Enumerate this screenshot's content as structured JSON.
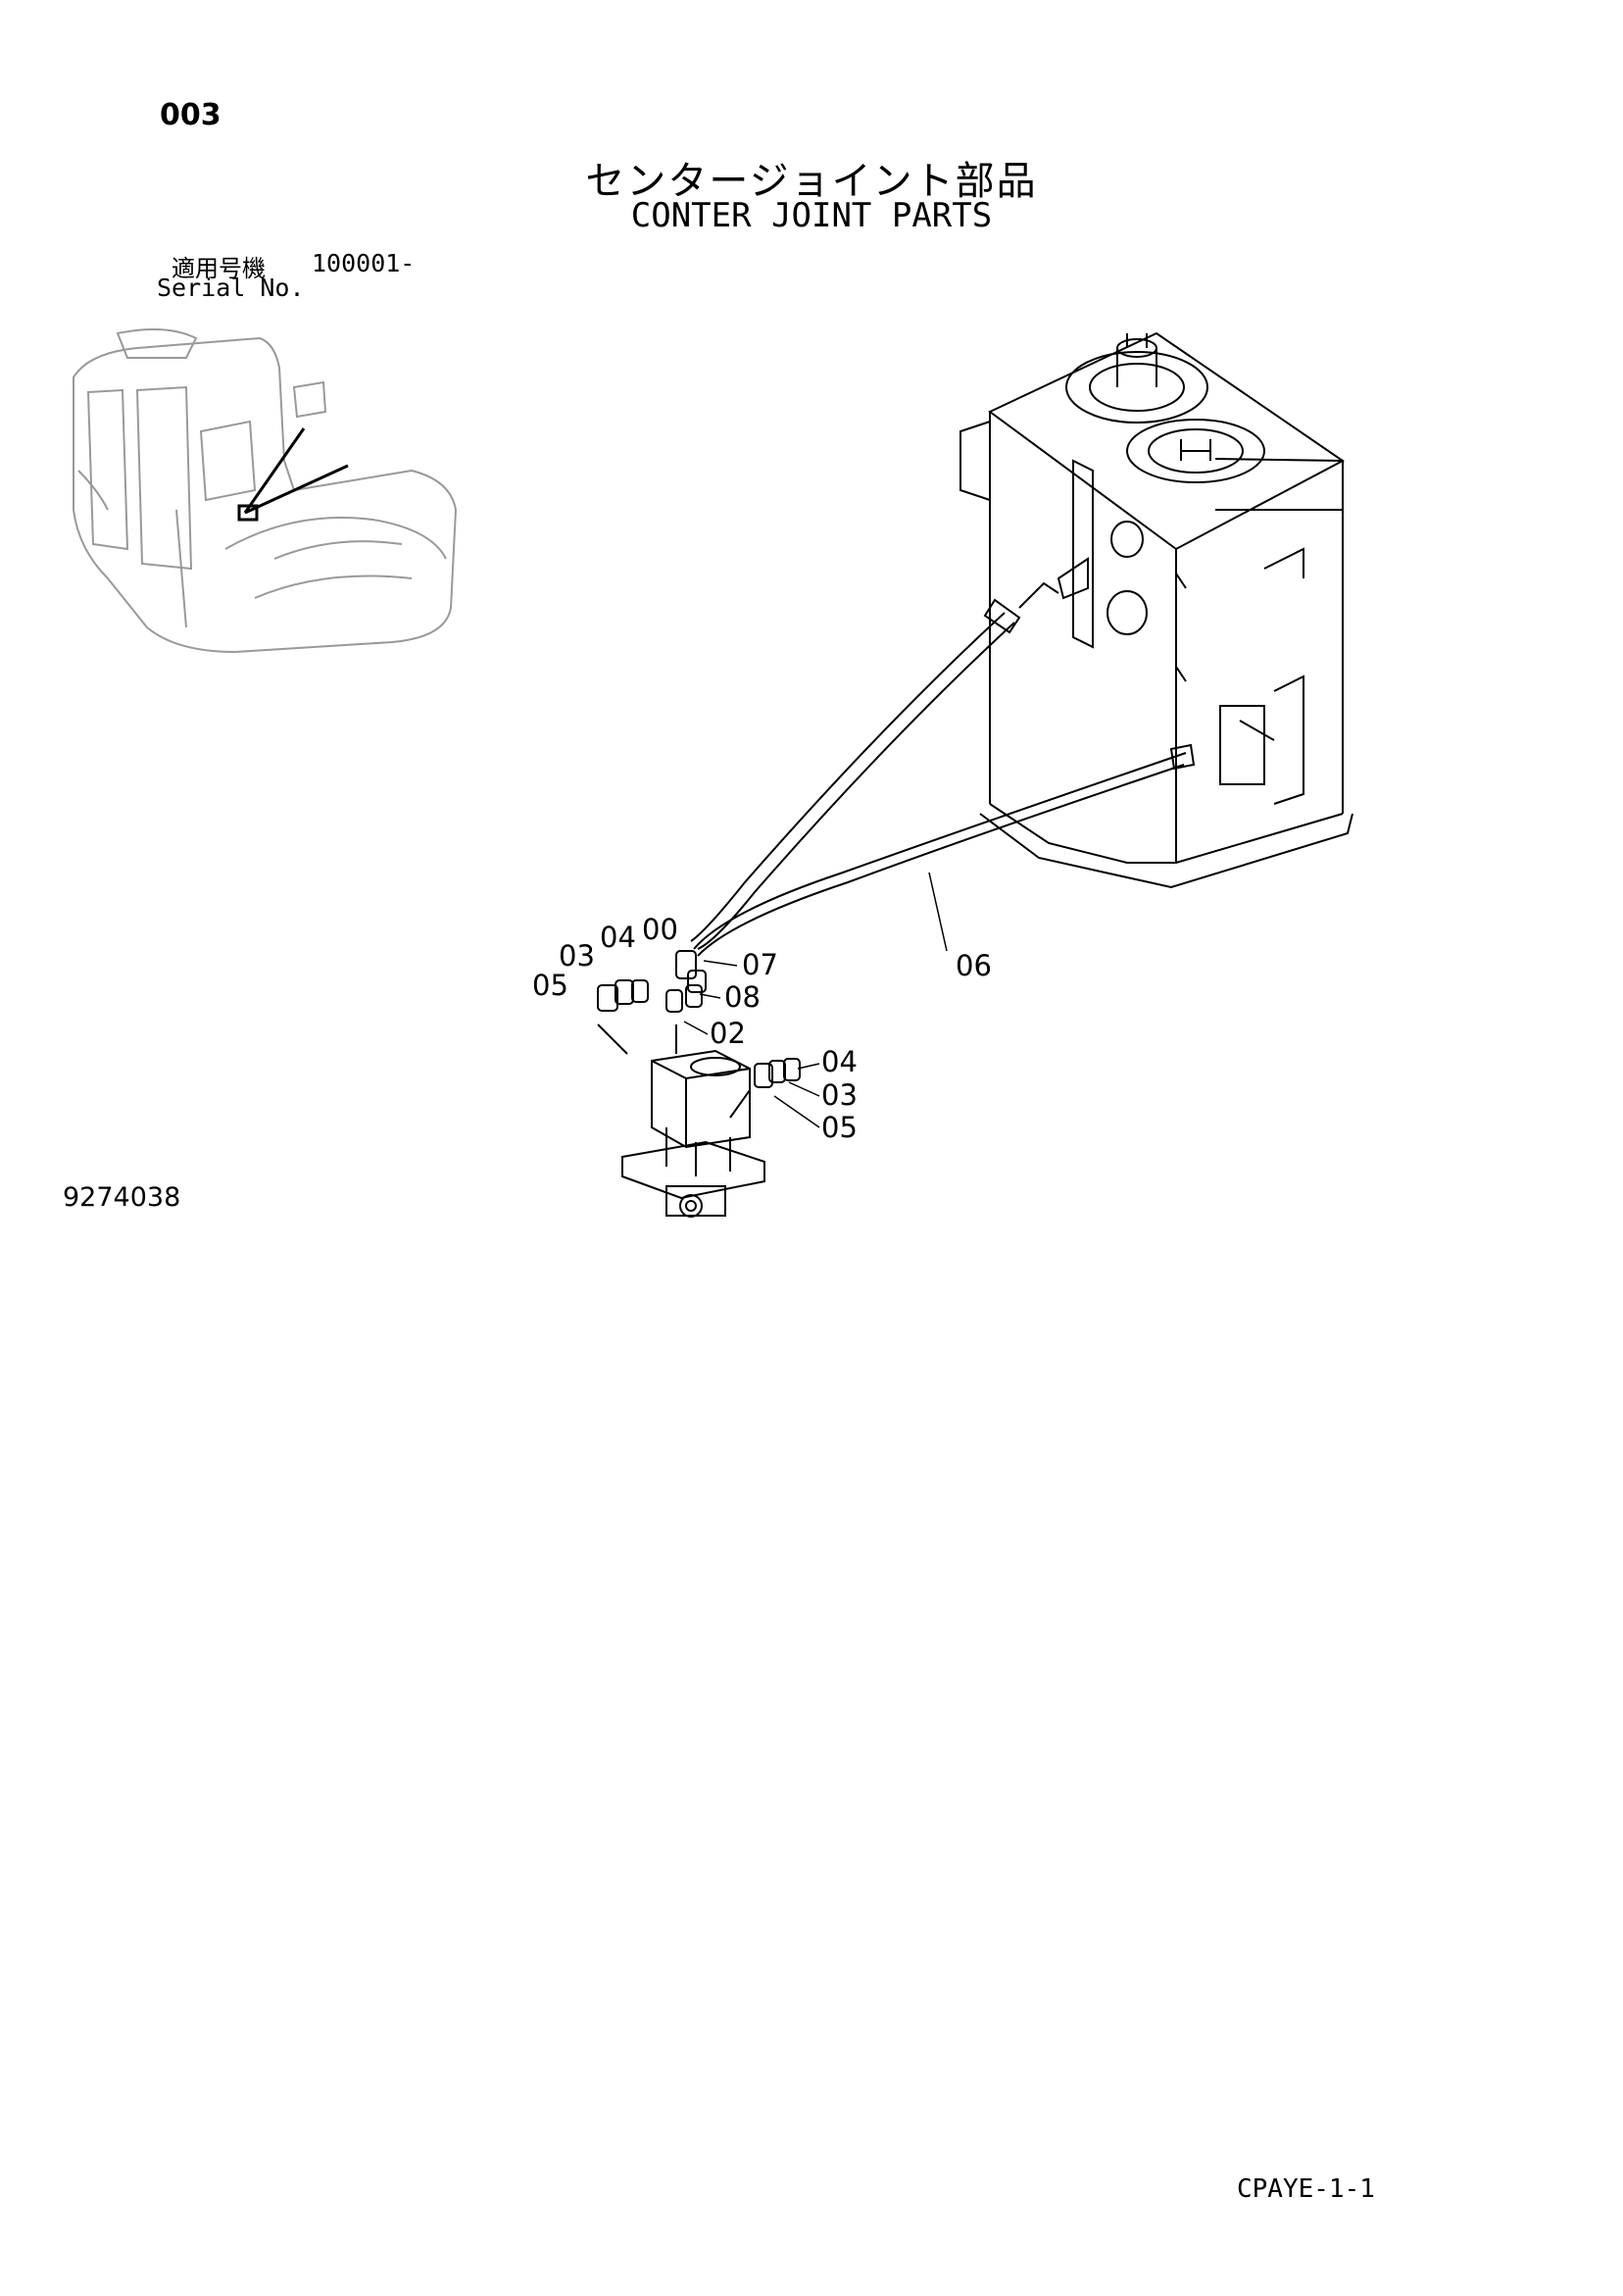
{
  "header": {
    "page_code": "003",
    "title_jp": "センタージョイント部品",
    "title_en": "CONTER JOINT PARTS"
  },
  "serial": {
    "label_jp": "適用号機",
    "value": "100001-",
    "label_en": "Serial No."
  },
  "callouts": [
    "00",
    "03",
    "04",
    "05",
    "07",
    "08",
    "02",
    "06",
    "04",
    "03",
    "05"
  ],
  "figure_number": "9274038",
  "footer": {
    "page_ref": "CPAYE-1-1"
  }
}
